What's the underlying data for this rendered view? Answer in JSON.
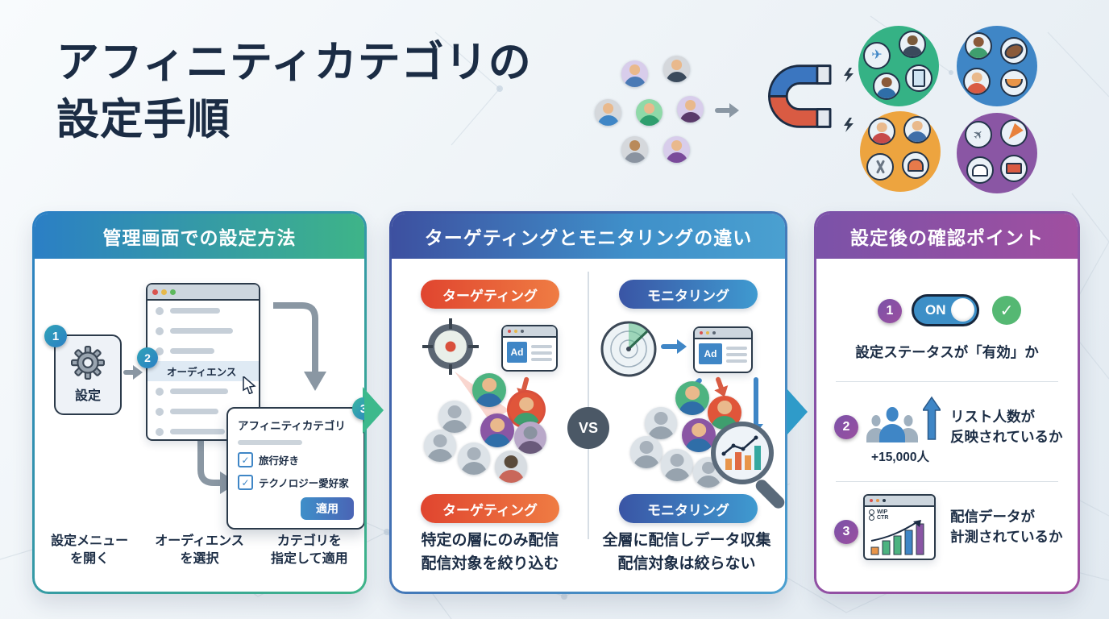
{
  "title": {
    "line1": "アフィニティカテゴリの",
    "line2": "設定手順"
  },
  "icons": {
    "check": "✓",
    "plane": "✈"
  },
  "panel_admin": {
    "header": "管理画面での設定方法",
    "step1": {
      "num": "1",
      "label": "設定"
    },
    "step2": {
      "num": "2",
      "label": "オーディエンス"
    },
    "step3": {
      "num": "3"
    },
    "popup": {
      "title": "アフィニティカテゴリ",
      "option1": "旅行好き",
      "option2": "テクノロジー愛好家",
      "apply": "適用"
    },
    "captions": {
      "c1": "設定メニュー\nを開く",
      "c2": "オーディエンス\nを選択",
      "c3": "カテゴリを\n指定して適用"
    }
  },
  "panel_compare": {
    "header": "ターゲティングとモニタリングの違い",
    "vs": "VS",
    "targeting": {
      "pill": "ターゲティング",
      "ad": "Ad",
      "desc": "特定の層にのみ配信\n配信対象を絞り込む"
    },
    "monitoring": {
      "pill": "モニタリング",
      "ad": "Ad",
      "desc": "全層に配信しデータ収集\n配信対象は絞らない"
    }
  },
  "panel_check": {
    "header": "設定後の確認ポイント",
    "item1": {
      "num": "1",
      "toggle": "ON",
      "caption": "設定ステータスが「有効」か"
    },
    "item2": {
      "num": "2",
      "count": "+15,000人",
      "caption": "リスト人数が\n反映されているか"
    },
    "item3": {
      "num": "3",
      "metric1": "WIP",
      "metric2": "CTR",
      "caption": "配信データが\n計測されているか"
    }
  },
  "colors": {
    "title_navy": "#1b2c44",
    "panel_admin_gradient": [
      "#2b7fc5",
      "#3eb488"
    ],
    "panel_compare_gradient": [
      "#3d50a0",
      "#4aa0d0"
    ],
    "panel_check_gradient": [
      "#7b52a8",
      "#a04fa0"
    ],
    "targeting_red": "#e0452f",
    "monitoring_blue": "#3f8fc9",
    "success_green": "#55b873",
    "toggle_blue": "#3d8fc7",
    "chevron_green": "#3cb98c",
    "chevron_blue": "#2f9bc9"
  }
}
